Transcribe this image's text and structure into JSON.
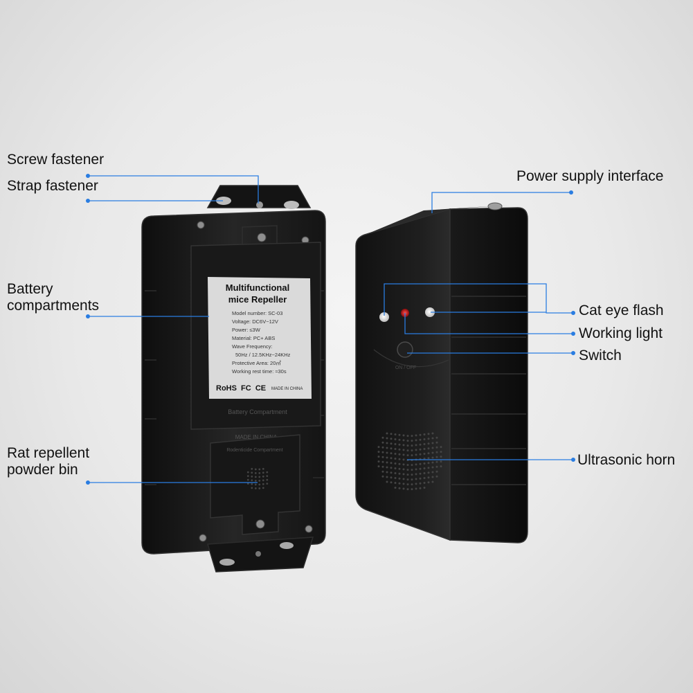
{
  "colors": {
    "background": "#e9e9e9",
    "device_body": "#1c1c1c",
    "leader_line": "#2a7de1",
    "working_light": "#d81818",
    "label_panel": "#d9d9d9"
  },
  "left_device": {
    "spec_label": {
      "title_line1": "Multifunctional",
      "title_line2": "mice Repeller",
      "lines": [
        "Model number: SC-03",
        "Voltage: DC6V~12V",
        "Power: ≤3W",
        "Material: PC+ ABS",
        "Wave Frequency:",
        "50Hz / 12.5KHz~24KHz",
        "Protective Area: 20㎡",
        "Working rest time: ≈30s"
      ],
      "marks": "RoHS  FC  CE",
      "made_in": "MADE IN CHINA"
    },
    "battery_compartment_text": "Battery Compartment",
    "made_in_china_text": "MADE IN CHINA",
    "rodenticide_text": "Rodenticide Compartment"
  },
  "right_device": {
    "switch_text": "ON / OFF"
  },
  "callouts": {
    "screw_fastener": "Screw fastener",
    "strap_fastener": "Strap fastener",
    "battery_compartments": [
      "Battery",
      "compartments"
    ],
    "rat_repellent_powder_bin": [
      "Rat repellent",
      "powder bin"
    ],
    "power_supply_interface": "Power supply interface",
    "cat_eye_flash": "Cat eye flash",
    "working_light": "Working light",
    "switch": "Switch",
    "ultrasonic_horn": "Ultrasonic horn"
  }
}
